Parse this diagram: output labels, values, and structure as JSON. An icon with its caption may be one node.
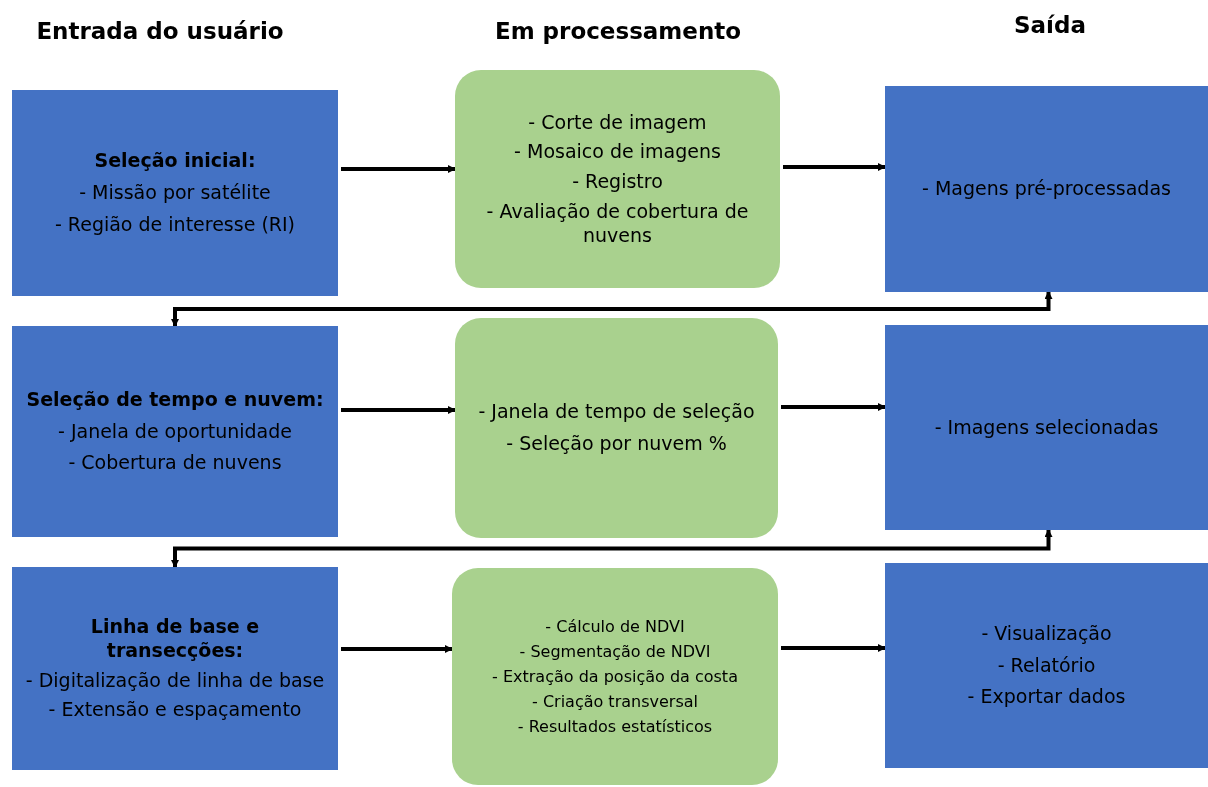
{
  "diagram": {
    "nodes": [
      {
        "text": [
          "Seleção inicial:",
          "- Missão por satélite",
          "- Região de interesse (RI)"
        ]
      },
      {
        "text": [
          "- Corte de imagem",
          "- Mosaico de imagens",
          "- Registro",
          "- Avaliação de cobertura de nuvens"
        ]
      },
      {
        "text": [
          "- Magens pré-processadas"
        ]
      },
      {
        "text": [
          "Seleção de tempo e nuvem:",
          "- Janela de oportunidade",
          "- Cobertura de nuvens"
        ]
      },
      {
        "text": [
          "- Janela de tempo de seleção",
          "- Seleção por nuvem %"
        ]
      },
      {
        "text": [
          "- Imagens selecionadas"
        ]
      },
      {
        "text": [
          "Linha de base e transecções:",
          "- Digitalização de linha de base",
          "- Extensão e espaçamento"
        ]
      },
      {
        "text": [
          "- Cálculo  de NDVI",
          "- Segmentação de NDVI",
          "- Extração da posição da costa",
          "- Criação transversal",
          "- Resultados estatísticos"
        ]
      },
      {
        "text": [
          "- Visualização",
          "- Relatório",
          "- Exportar dados"
        ]
      }
    ],
    "edges": [
      {
        "from": 0,
        "to": 1,
        "arrow": "to"
      },
      {
        "from": 1,
        "to": 2,
        "arrow": "to"
      },
      {
        "from": 2,
        "to": 3,
        "arrow": "both"
      },
      {
        "from": 3,
        "to": 4,
        "arrow": "to"
      },
      {
        "from": 4,
        "to": 5,
        "arrow": "to"
      },
      {
        "from": 5,
        "to": 6,
        "arrow": "both"
      },
      {
        "from": 6,
        "to": 7,
        "arrow": "to"
      },
      {
        "from": 7,
        "to": 8,
        "arrow": "to"
      }
    ],
    "labels": [
      "Entrada do usuário",
      "Em processamento",
      "Saída"
    ]
  }
}
